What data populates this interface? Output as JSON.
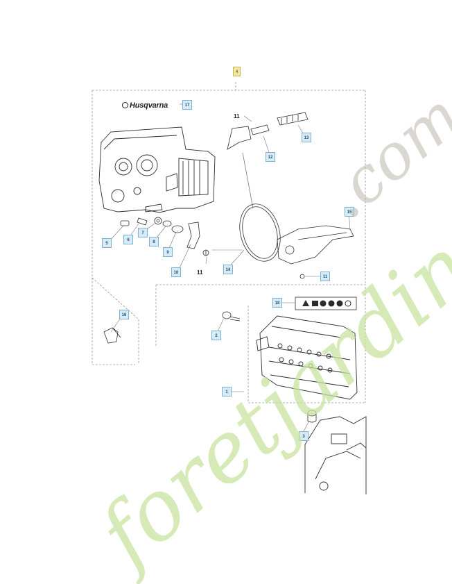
{
  "header": {
    "section_tag": "4"
  },
  "brand": {
    "logo_text": "Husqvarna"
  },
  "part_labels": [
    {
      "id": "label-17",
      "text": "17"
    },
    {
      "id": "label-13",
      "text": "13"
    },
    {
      "id": "label-12",
      "text": "12"
    },
    {
      "id": "label-15",
      "text": "15"
    },
    {
      "id": "label-5",
      "text": "5"
    },
    {
      "id": "label-6",
      "text": "6"
    },
    {
      "id": "label-7",
      "text": "7"
    },
    {
      "id": "label-8",
      "text": "8"
    },
    {
      "id": "label-9",
      "text": "9"
    },
    {
      "id": "label-10",
      "text": "10"
    },
    {
      "id": "label-14",
      "text": "14"
    },
    {
      "id": "label-11b",
      "text": "11"
    },
    {
      "id": "label-16",
      "text": "16"
    },
    {
      "id": "label-18",
      "text": "18"
    },
    {
      "id": "label-2",
      "text": "2"
    },
    {
      "id": "label-1",
      "text": "1"
    },
    {
      "id": "label-3",
      "text": "3"
    }
  ],
  "plain_refs": [
    {
      "id": "ref-11-top",
      "text": "11"
    },
    {
      "id": "ref-11-bottom",
      "text": "11"
    }
  ],
  "watermark": {
    "main": "foretjardin",
    "suffix": ".com"
  },
  "colors": {
    "label_fill": "#d7ebf6",
    "label_border": "#7fb2d2",
    "watermark_green": "#c9e3a0",
    "watermark_grey": "#bdb8ad"
  }
}
